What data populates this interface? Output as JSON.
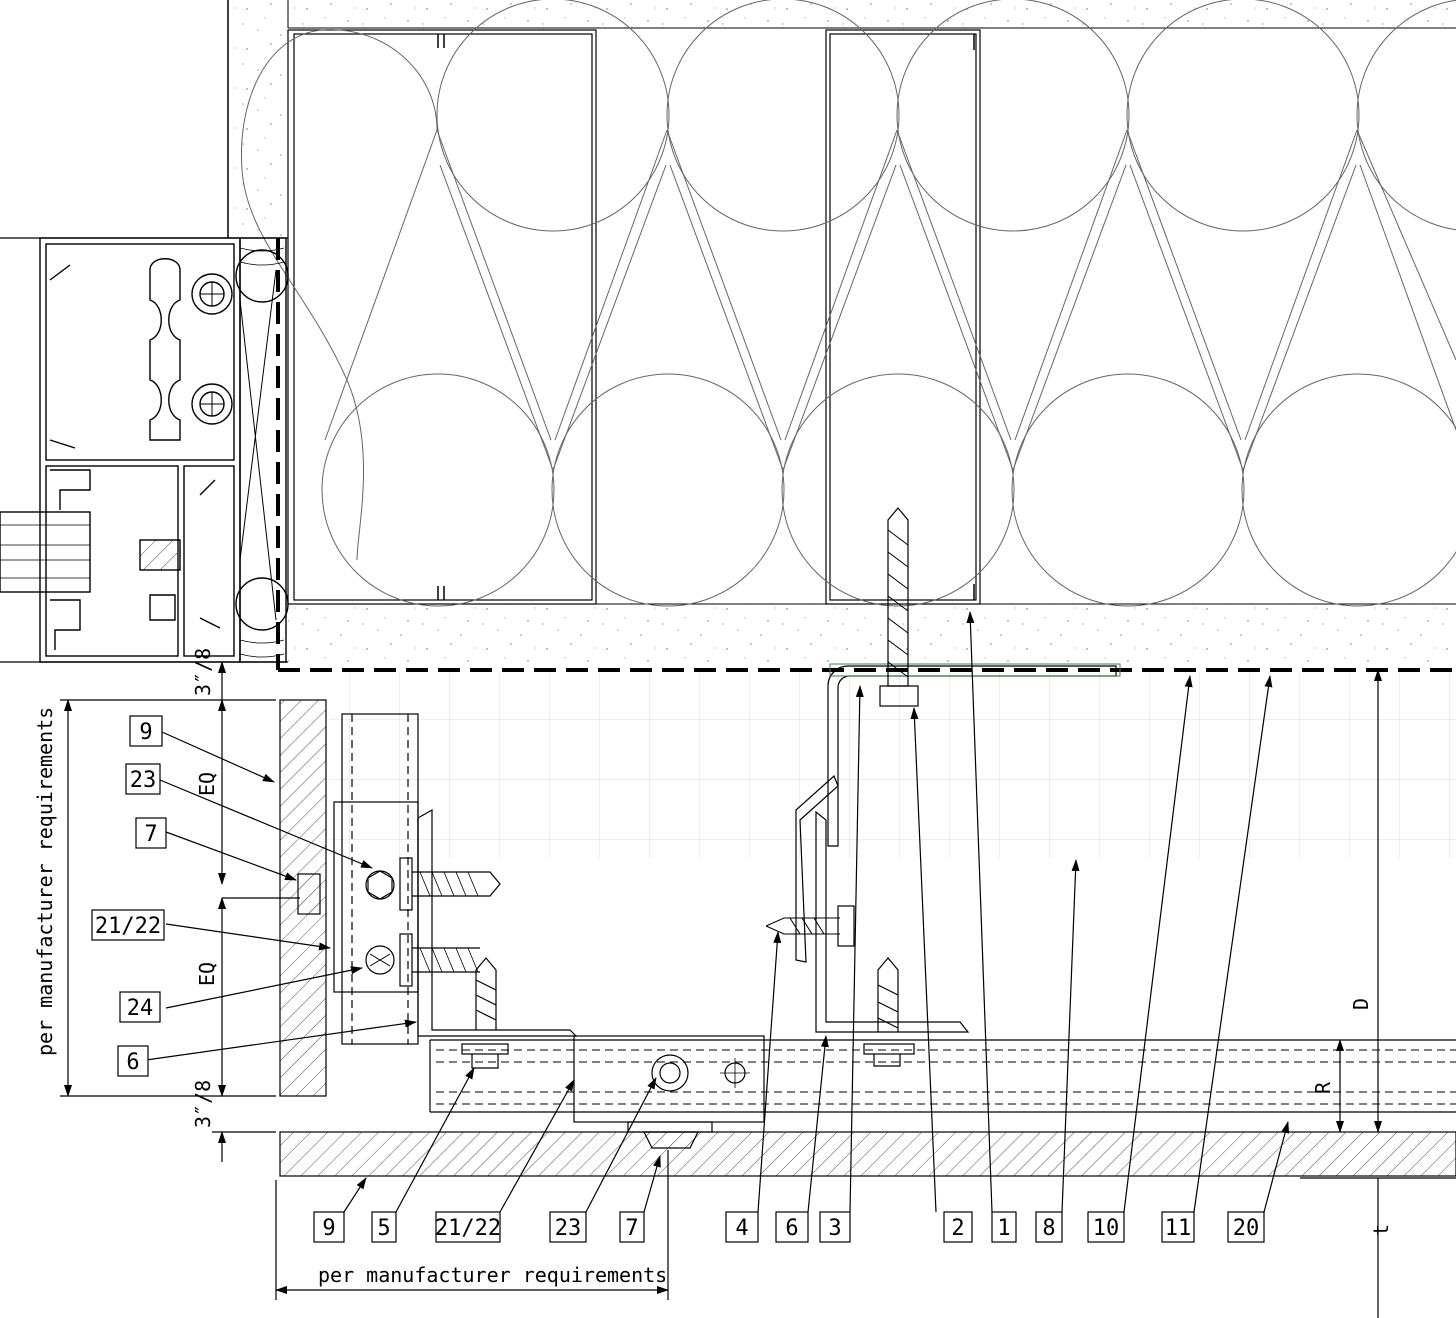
{
  "dimensions": {
    "left_vertical": "per manufacturer requirements",
    "bottom_horizontal": "per manufacturer requirements",
    "gap_top": "3″/8",
    "gap_bottom": "3″/8",
    "eq_upper": "EQ",
    "eq_lower": "EQ",
    "d_label": "D",
    "r_label": "R",
    "t_label": "t"
  },
  "left_tags": [
    "9",
    "23",
    "7",
    "21/22",
    "24",
    "6"
  ],
  "bottom_tags": [
    "9",
    "5",
    "21/22",
    "23",
    "7",
    "4",
    "6",
    "3",
    "2",
    "1",
    "8",
    "10",
    "11",
    "20"
  ]
}
